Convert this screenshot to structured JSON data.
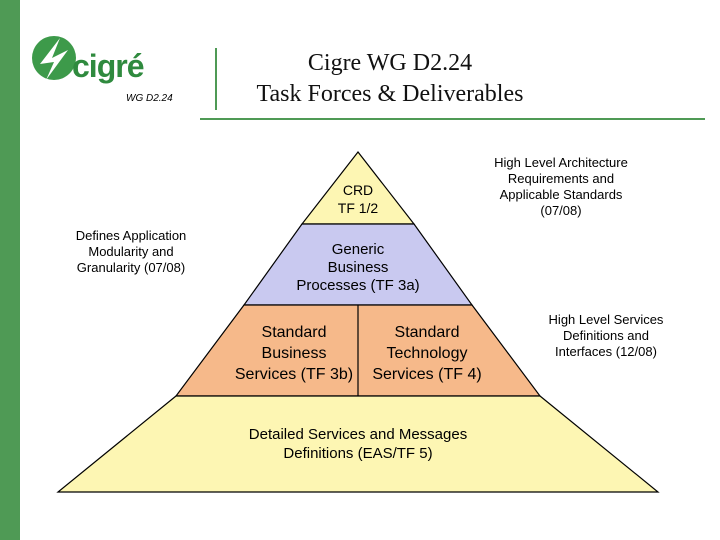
{
  "header": {
    "logo_text": "cigré",
    "wg_label": "WG D2.24",
    "title_line1": "Cigre WG D2.24",
    "title_line2": "Task Forces & Deliverables"
  },
  "pyramid": {
    "tier1": {
      "line1": "CRD",
      "line2": "TF 1/2"
    },
    "tier2": {
      "line1": "Generic",
      "line2": "Business",
      "line3": "Processes (TF 3a)"
    },
    "tier3_left": {
      "line1": "Standard",
      "line2": "Business",
      "line3": "Services (TF 3b)"
    },
    "tier3_right": {
      "line1": "Standard",
      "line2": "Technology",
      "line3": "Services (TF 4)"
    },
    "tier4": {
      "line1": "Detailed Services and Messages",
      "line2": "Definitions (EAS/TF 5)"
    }
  },
  "side_notes": {
    "left": {
      "line1": "Defines Application",
      "line2": "Modularity and",
      "line3": "Granularity (07/08)"
    },
    "right_top": {
      "line1": "High Level Architecture",
      "line2": "Requirements and",
      "line3": "Applicable Standards",
      "line4": "(07/08)"
    },
    "right_mid": {
      "line1": "High Level Services",
      "line2": "Definitions and",
      "line3": "Interfaces (12/08)"
    }
  },
  "colors": {
    "accent_green": "#4f9a55",
    "tier_yellow": "#fdf6b3",
    "tier_lavender": "#c9c9f0",
    "tier_orange": "#f6b98a"
  }
}
